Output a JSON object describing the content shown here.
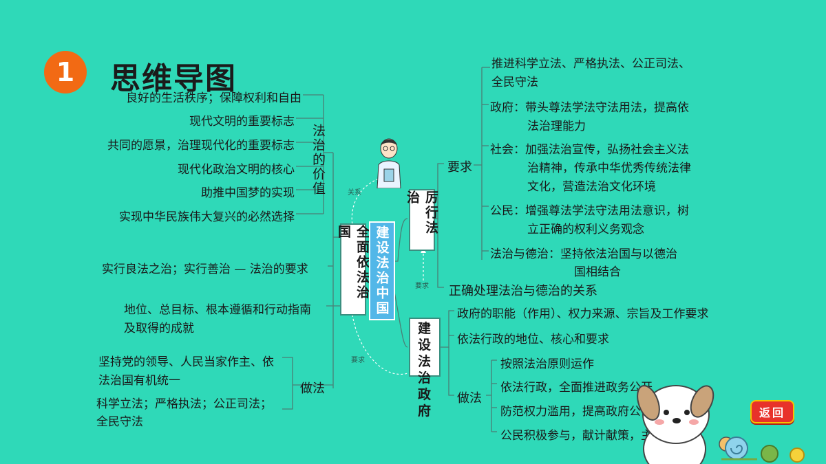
{
  "header": {
    "number": "1",
    "title": "思维导图"
  },
  "center": "建设法治中国",
  "left_main": "全面依法治国",
  "value_branch": {
    "label": "法治的价值",
    "items": [
      "良好的生活秩序；保障权利和自由",
      "现代文明的重要标志",
      "共同的愿景，治理现代化的重要标志",
      "现代化政治文明的核心",
      "助推中国梦的实现",
      "实现中华民族伟大复兴的必然选择"
    ]
  },
  "left_items": {
    "good_law": "实行良法之治；实行善治 — 法治的要求",
    "status_line1": "地位、总目标、根本遵循和行动指南",
    "status_line2": "及取得的成就"
  },
  "left_method": {
    "label": "做法",
    "item1_line1": "坚持党的领导、人民当家作主、依",
    "item1_line2": "法治国有机统一",
    "item2_line1": "科学立法；严格执法；公正司法；",
    "item2_line2": "全民守法"
  },
  "practice": {
    "label": "厉行法治",
    "req_label": "要求",
    "req1_line1": "推进科学立法、严格执法、公正司法、",
    "req1_line2": "全民守法",
    "gov_line1": "政府：带头尊法学法守法用法，提高依",
    "gov_line2": "法治理能力",
    "soc_line1": "社会：加强法治宣传，弘扬社会主义法",
    "soc_line2": "治精神，传承中华优秀传统法律",
    "soc_line3": "文化，营造法治文化环境",
    "cit_line1": "公民：增强尊法学法守法用法意识，树",
    "cit_line2": "立正确的权利义务观念",
    "virtue_line1": "法治与德治：坚持依法治国与以德治",
    "virtue_line2": "国相结合",
    "relation": "正确处理法治与德治的关系"
  },
  "gov": {
    "label": "建设法治政府",
    "item1": "政府的职能（作用）、权力来源、宗旨及工作要求",
    "item2": "依法行政的地位、核心和要求",
    "method_label": "做法",
    "methods": [
      "按照法治原则运作",
      "依法行政，全面推进政务公开",
      "防范权力滥用，提高政府公信力",
      "公民积极参与，献计献策，主动监督"
    ]
  },
  "arrows": {
    "a1": "关系",
    "a2": "要求",
    "a3": "要求"
  },
  "back_button": "返回",
  "colors": {
    "background": "#2fd9b8",
    "badge": "#f26a14",
    "center_box": "#52b7e8",
    "back": "#e8322a"
  }
}
